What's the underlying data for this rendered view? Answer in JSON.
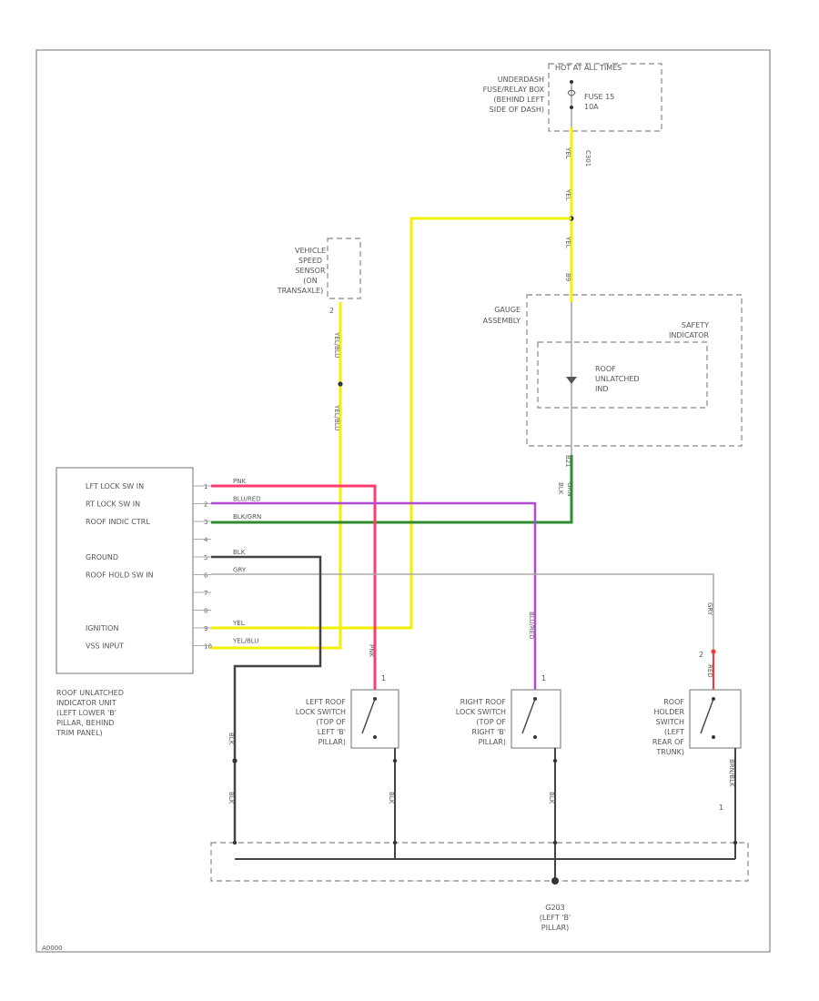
{
  "power": {
    "header": "HOT AT ALL TIMES",
    "fuse_box": [
      "UNDERDASH",
      "FUSE/RELAY BOX",
      "(BEHIND LEFT",
      "SIDE OF DASH)"
    ],
    "fuse": [
      "FUSE 15",
      "10A"
    ],
    "conn": "C301",
    "wire1": "YEL",
    "wire2": "YEL",
    "pin": "B9"
  },
  "vss": {
    "label": [
      "VEHICLE",
      "SPEED",
      "SENSOR",
      "(ON",
      "TRANSAXLE)"
    ],
    "pin": "2",
    "wire1": "YEL/BLU",
    "wire2": "YEL/BLU"
  },
  "gauge": {
    "label": [
      "GAUGE",
      "ASSEMBLY"
    ],
    "safety": [
      "SAFETY",
      "INDICATOR"
    ],
    "ind": [
      "ROOF",
      "UNLATCHED",
      "IND"
    ],
    "pin": "B21",
    "wire_out": [
      "BLK",
      "GRN"
    ]
  },
  "unit": {
    "lines": [
      "LFT LOCK SW IN",
      "RT LOCK SW IN",
      "ROOF INDIC CTRL",
      "",
      "GROUND",
      "ROOF HOLD SW IN",
      "",
      "",
      "IGNITION",
      "VSS INPUT"
    ],
    "pins": [
      "1",
      "2",
      "3",
      "4",
      "5",
      "6",
      "7",
      "8",
      "9",
      "10"
    ],
    "wires": [
      "PNK",
      "BLU/RED",
      "BLK/GRN",
      "",
      "BLK",
      "GRY",
      "",
      "",
      "YEL",
      "YEL/BLU"
    ],
    "caption": [
      "ROOF UNLATCHED",
      "INDICATOR UNIT",
      "(LEFT LOWER 'B'",
      "PILLAR, BEHIND",
      "TRIM PANEL)"
    ]
  },
  "switches": {
    "left": [
      "LEFT ROOF",
      "LOCK SWITCH",
      "(TOP OF",
      "LEFT 'B'",
      "PILLAR)"
    ],
    "right": [
      "RIGHT ROOF",
      "LOCK SWITCH",
      "(TOP OF",
      "RIGHT 'B'",
      "PILLAR)"
    ],
    "holder": [
      "ROOF",
      "HOLDER",
      "SWITCH",
      "(LEFT",
      "REAR OF",
      "TRUNK)"
    ],
    "left_in": "PNK",
    "right_in": "BLU/RED",
    "holder_in1": "GRY",
    "holder_in2": "RED",
    "pin_top": "1",
    "holder_pin": "2",
    "ground_wire": "BLK",
    "holder_out": "BRN/BLK",
    "holder_out_pin": "1",
    "unit_gnd1": "BLK",
    "unit_gnd2": "BLK"
  },
  "ground": {
    "label": [
      "G203",
      "(LEFT 'B'",
      "PILLAR)"
    ]
  },
  "code": "A0000",
  "colors": {
    "yellow": "#f2f200",
    "pink": "#ff3c6e",
    "purple": "#b24ad8",
    "green": "#2e8b2e",
    "dark": "#444444",
    "gray": "#aaaaaa",
    "red": "#ff3333"
  }
}
